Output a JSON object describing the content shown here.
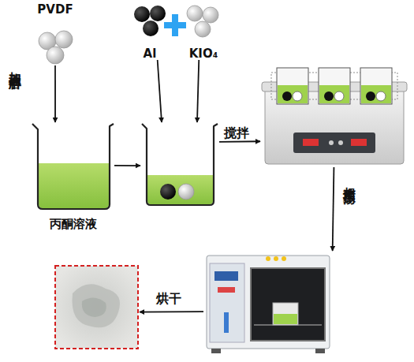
{
  "diagram": {
    "nodes": [
      {
        "text": [
          "PVDF"
        ]
      },
      {
        "text": [
          "丙酮溶液"
        ]
      },
      {
        "text": [
          "Al"
        ]
      },
      {
        "text": [
          "KIO₄"
        ]
      },
      {
        "text": []
      },
      {
        "text": []
      },
      {
        "text": []
      },
      {
        "text": []
      }
    ],
    "edges": [
      {
        "from": 0,
        "to": 1,
        "arrow": "to",
        "label": "加速溶解"
      },
      {
        "from": 1,
        "to": 4,
        "arrow": "to"
      },
      {
        "from": 2,
        "to": 4,
        "arrow": "to"
      },
      {
        "from": 3,
        "to": 4,
        "arrow": "to"
      },
      {
        "from": 4,
        "to": 5,
        "arrow": "to",
        "label": "搅拌"
      },
      {
        "from": 5,
        "to": 6,
        "arrow": "to",
        "label": "超声振荡"
      },
      {
        "from": 6,
        "to": 7,
        "arrow": "to",
        "label": "烘干"
      }
    ]
  }
}
